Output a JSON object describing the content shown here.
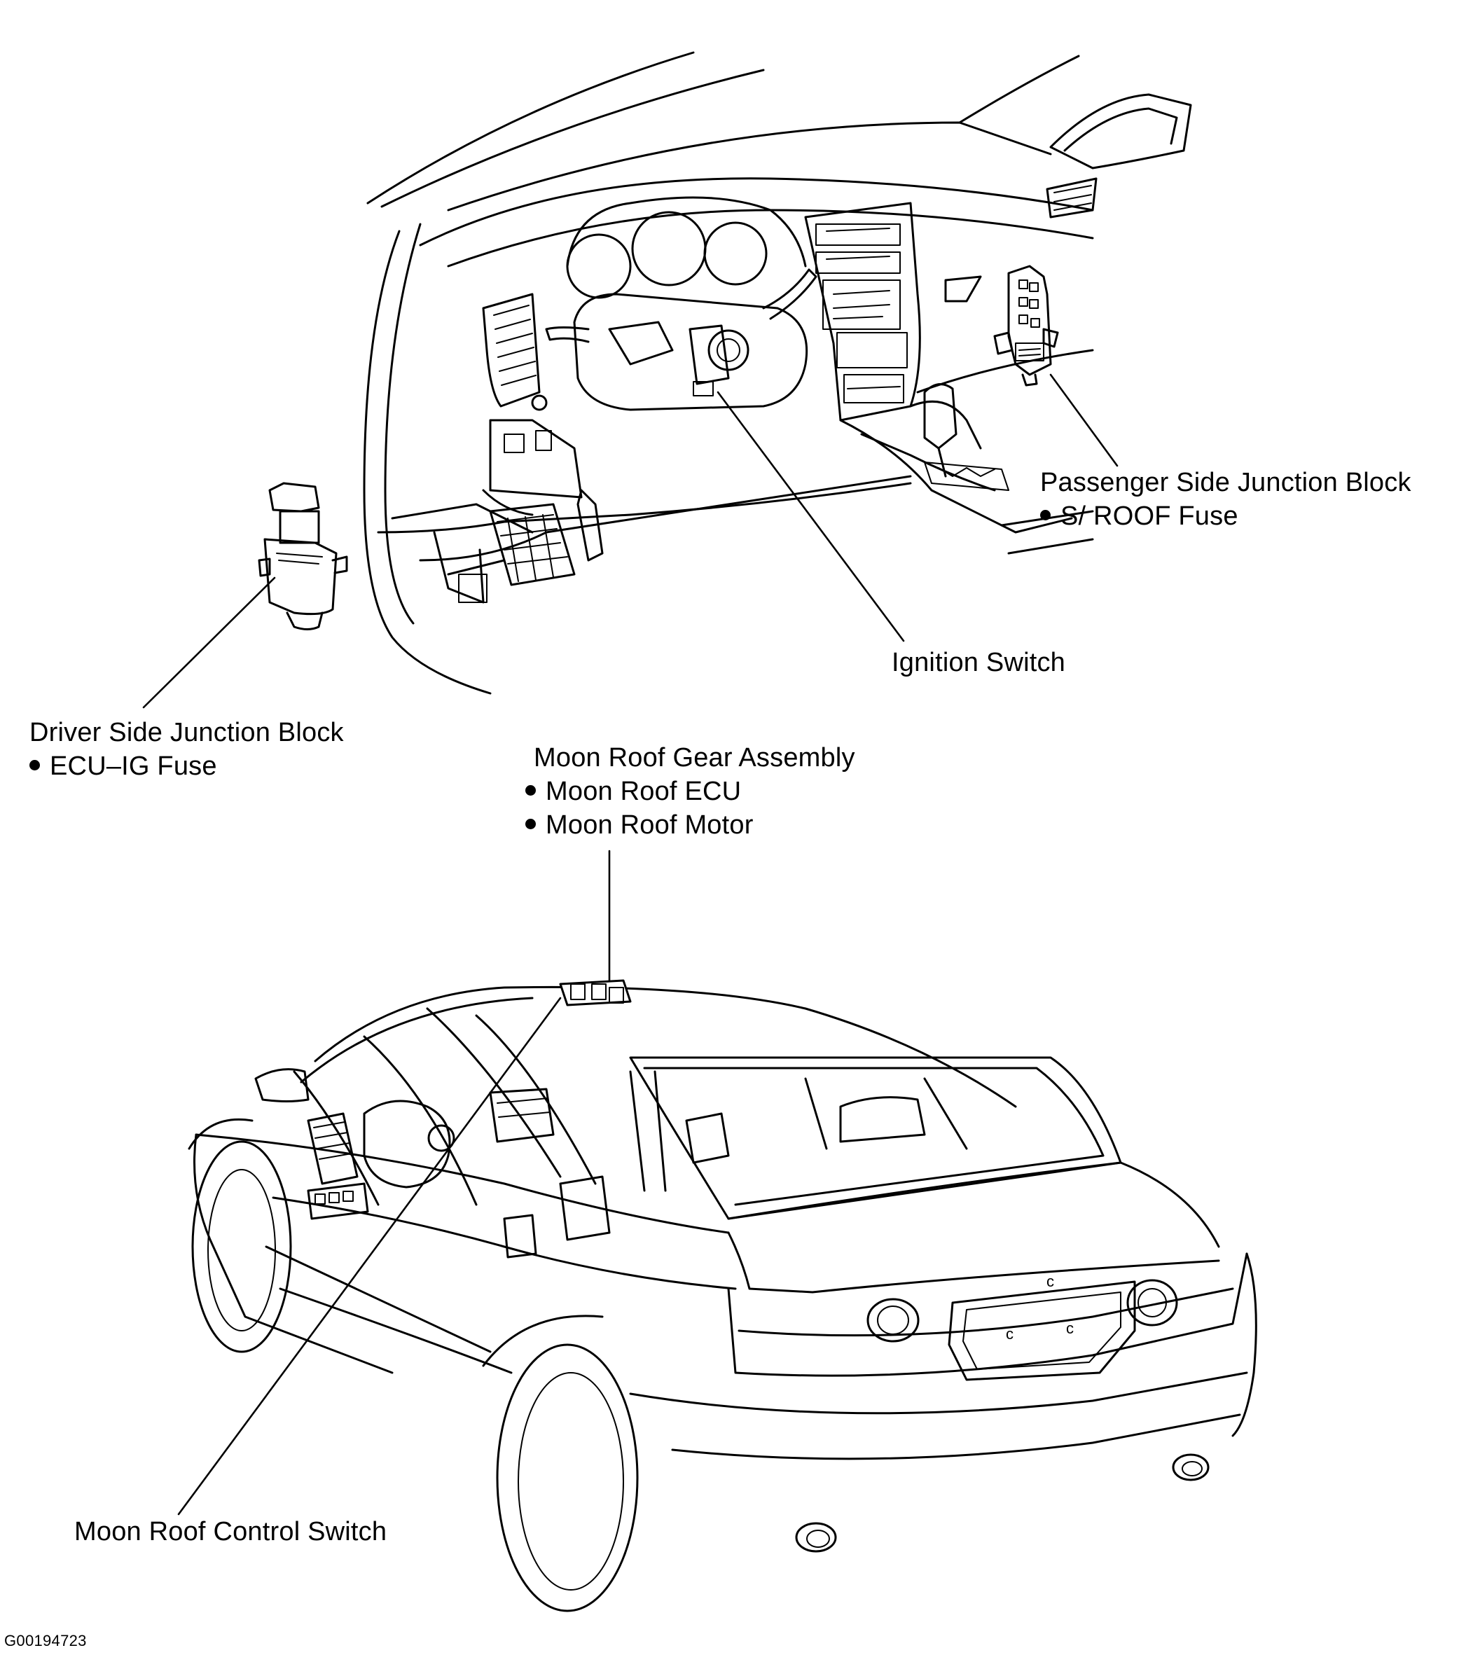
{
  "labels": {
    "driver_block": {
      "title": "Driver Side Junction Block",
      "items": [
        "ECU–IG Fuse"
      ]
    },
    "passenger_block": {
      "title": "Passenger Side Junction Block",
      "items": [
        "S/ ROOF Fuse"
      ]
    },
    "ignition": {
      "title": "Ignition Switch"
    },
    "gear_assembly": {
      "title": "Moon Roof Gear Assembly",
      "items": [
        "Moon Roof ECU",
        "Moon Roof Motor"
      ]
    },
    "control_switch": {
      "title": "Moon Roof Control Switch"
    }
  },
  "figure_code": "G00194723",
  "plate_marks": [
    "c",
    "c",
    "c"
  ]
}
